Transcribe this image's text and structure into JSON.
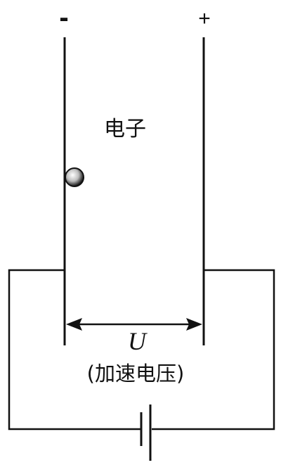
{
  "labels": {
    "negative_terminal": "-",
    "positive_terminal": "+",
    "particle": "电子",
    "voltage_symbol": "U",
    "voltage_caption": "(加速电压)"
  },
  "colors": {
    "line": "#111111",
    "background": "#ffffff",
    "electron_highlight": "#ffffff",
    "electron_shadow": "#1a1a1a"
  }
}
